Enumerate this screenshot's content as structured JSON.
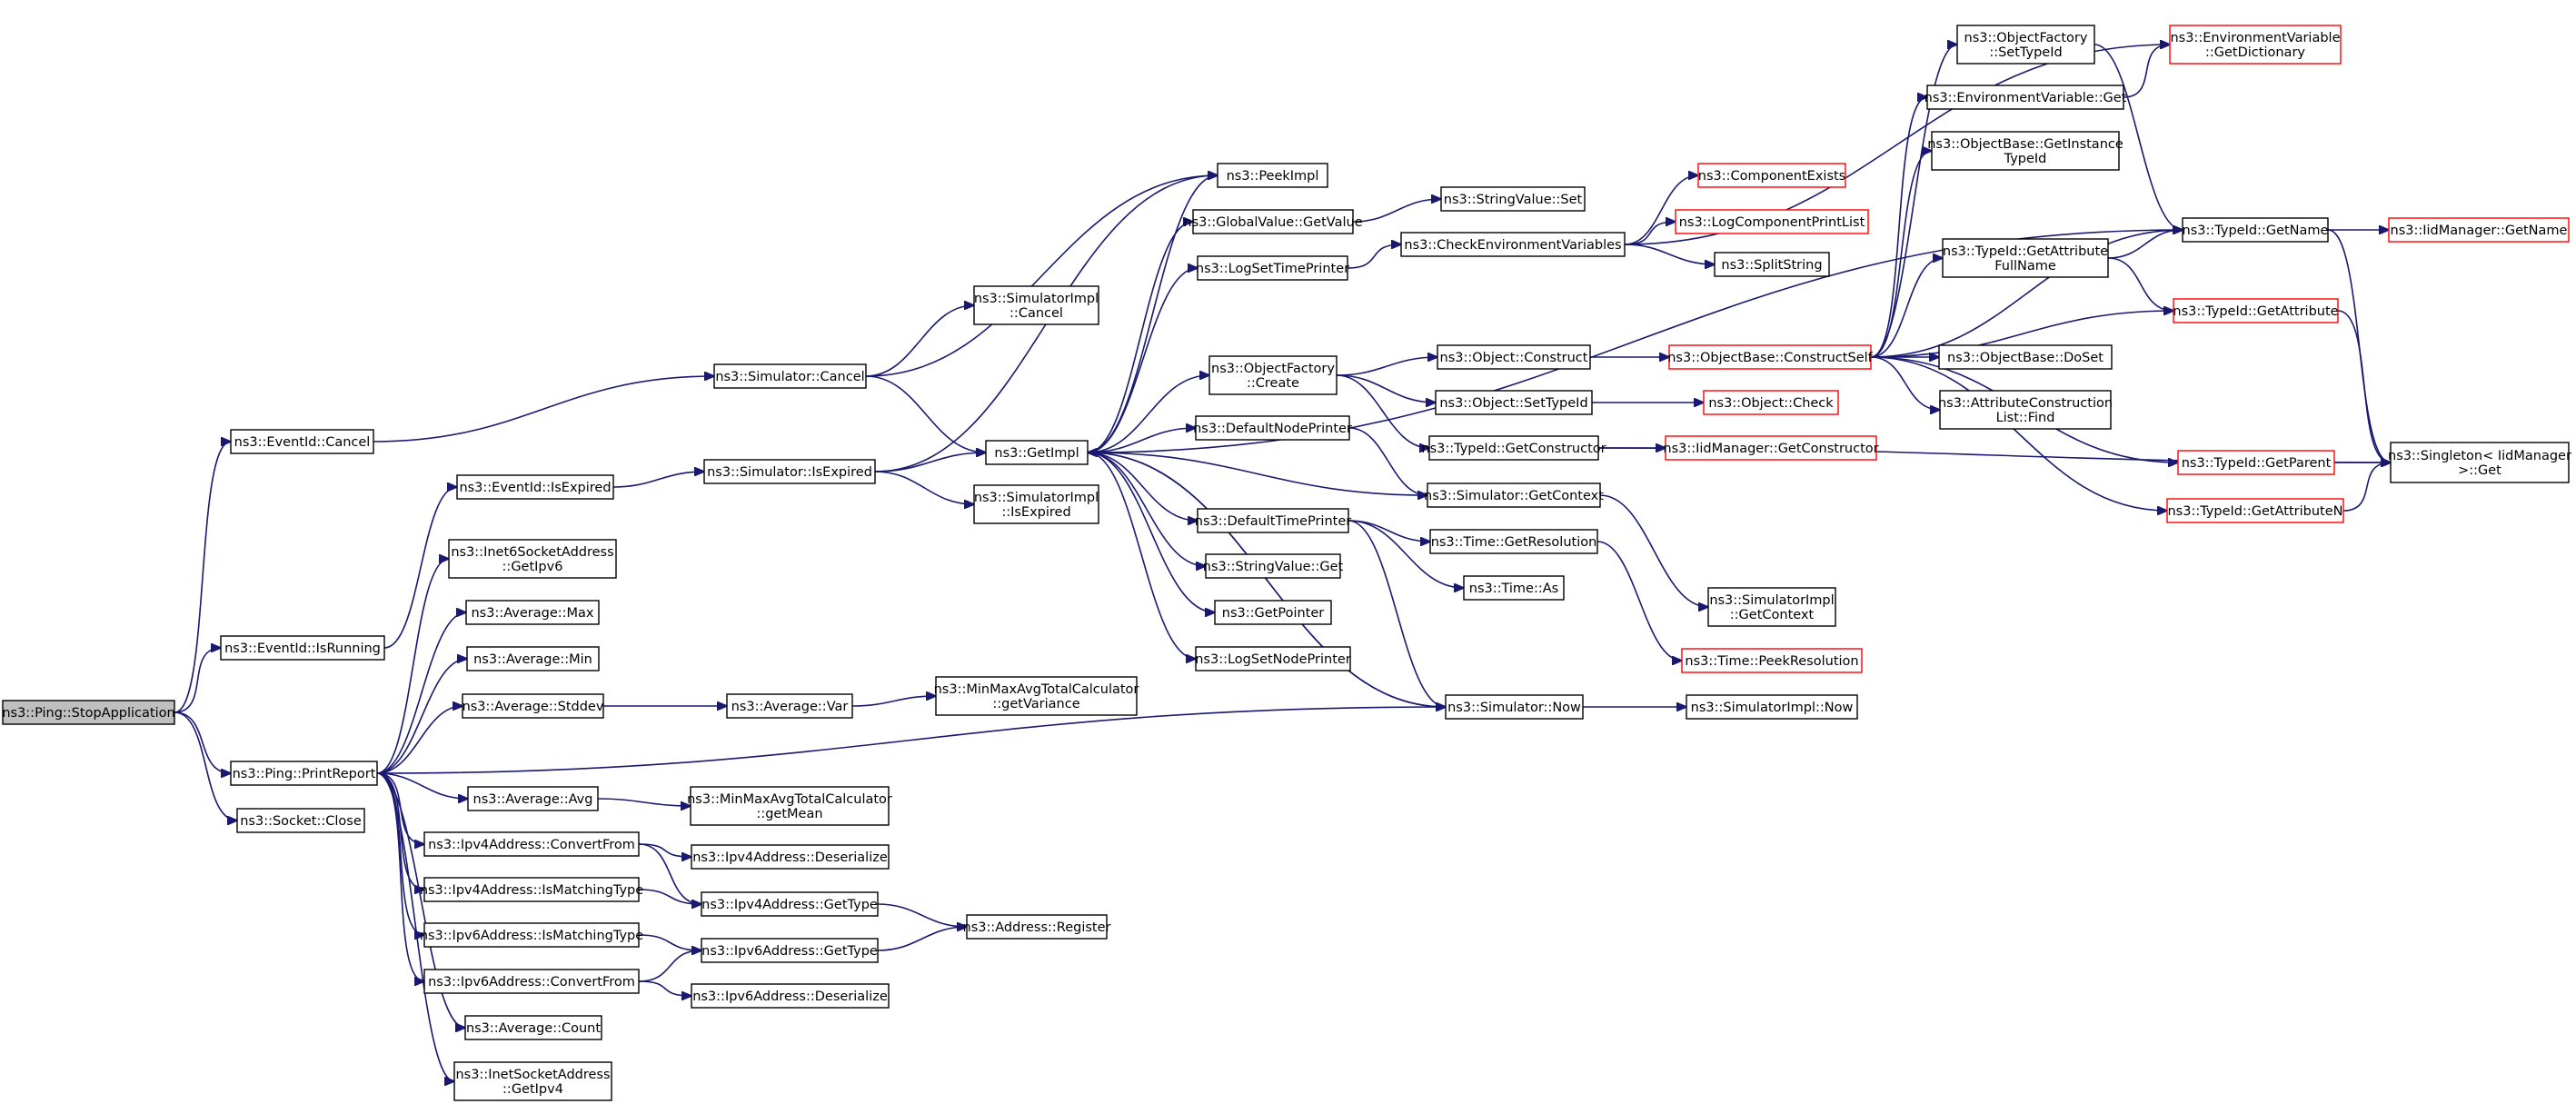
{
  "colors": {
    "edge": "#191970",
    "node_border": "#000000",
    "node_border_incomplete": "#ff0000",
    "node_fill": "#ffffff",
    "root_fill": "#bfbfbf",
    "text": "#000000"
  },
  "nodes": [
    {
      "id": "stopapp",
      "lines": [
        "ns3::Ping::StopApplication"
      ],
      "root": true
    },
    {
      "id": "evcancel",
      "lines": [
        "ns3::EventId::Cancel"
      ]
    },
    {
      "id": "evrunning",
      "lines": [
        "ns3::EventId::IsRunning"
      ]
    },
    {
      "id": "printreport",
      "lines": [
        "ns3::Ping::PrintReport"
      ]
    },
    {
      "id": "sockclose",
      "lines": [
        "ns3::Socket::Close"
      ]
    },
    {
      "id": "evexpired",
      "lines": [
        "ns3::EventId::IsExpired"
      ]
    },
    {
      "id": "inet6getipv6",
      "lines": [
        "ns3::Inet6SocketAddress",
        "::GetIpv6"
      ]
    },
    {
      "id": "avgmax",
      "lines": [
        "ns3::Average::Max"
      ]
    },
    {
      "id": "avgmin",
      "lines": [
        "ns3::Average::Min"
      ]
    },
    {
      "id": "avgstddev",
      "lines": [
        "ns3::Average::Stddev"
      ]
    },
    {
      "id": "avgavg",
      "lines": [
        "ns3::Average::Avg"
      ]
    },
    {
      "id": "ipv4convert",
      "lines": [
        "ns3::Ipv4Address::ConvertFrom"
      ]
    },
    {
      "id": "ipv4match",
      "lines": [
        "ns3::Ipv4Address::IsMatchingType"
      ]
    },
    {
      "id": "ipv6match",
      "lines": [
        "ns3::Ipv6Address::IsMatchingType"
      ]
    },
    {
      "id": "ipv6convert",
      "lines": [
        "ns3::Ipv6Address::ConvertFrom"
      ]
    },
    {
      "id": "avgcount",
      "lines": [
        "ns3::Average::Count"
      ]
    },
    {
      "id": "inetgetipv4",
      "lines": [
        "ns3::InetSocketAddress",
        "::GetIpv4"
      ]
    },
    {
      "id": "simcancel",
      "lines": [
        "ns3::Simulator::Cancel"
      ]
    },
    {
      "id": "simisexpired",
      "lines": [
        "ns3::Simulator::IsExpired"
      ]
    },
    {
      "id": "avgvar",
      "lines": [
        "ns3::Average::Var"
      ]
    },
    {
      "id": "minmaxgetmean",
      "lines": [
        "ns3::MinMaxAvgTotalCalculator",
        "::getMean"
      ]
    },
    {
      "id": "ipv4deser",
      "lines": [
        "ns3::Ipv4Address::Deserialize"
      ]
    },
    {
      "id": "ipv4gettype",
      "lines": [
        "ns3::Ipv4Address::GetType"
      ]
    },
    {
      "id": "ipv6gettype",
      "lines": [
        "ns3::Ipv6Address::GetType"
      ]
    },
    {
      "id": "ipv6deser",
      "lines": [
        "ns3::Ipv6Address::Deserialize"
      ]
    },
    {
      "id": "simimplcancel",
      "lines": [
        "ns3::SimulatorImpl",
        "::Cancel"
      ]
    },
    {
      "id": "getimpl",
      "lines": [
        "ns3::GetImpl"
      ]
    },
    {
      "id": "simimplisexpired",
      "lines": [
        "ns3::SimulatorImpl",
        "::IsExpired"
      ]
    },
    {
      "id": "minmaxgetvar",
      "lines": [
        "ns3::MinMaxAvgTotalCalculator",
        "::getVariance"
      ]
    },
    {
      "id": "addrregister",
      "lines": [
        "ns3::Address::Register"
      ]
    },
    {
      "id": "peekimpl",
      "lines": [
        "ns3::PeekImpl"
      ]
    },
    {
      "id": "gvgetvalue",
      "lines": [
        "ns3::GlobalValue::GetValue"
      ]
    },
    {
      "id": "logsettime",
      "lines": [
        "ns3::LogSetTimePrinter"
      ]
    },
    {
      "id": "ofcreate",
      "lines": [
        "ns3::ObjectFactory",
        "::Create"
      ]
    },
    {
      "id": "defnodeprinter",
      "lines": [
        "ns3::DefaultNodePrinter"
      ]
    },
    {
      "id": "deftimeprinter",
      "lines": [
        "ns3::DefaultTimePrinter"
      ]
    },
    {
      "id": "svget",
      "lines": [
        "ns3::StringValue::Get"
      ]
    },
    {
      "id": "getpointer",
      "lines": [
        "ns3::GetPointer"
      ]
    },
    {
      "id": "logsetnode",
      "lines": [
        "ns3::LogSetNodePrinter"
      ]
    },
    {
      "id": "svset",
      "lines": [
        "ns3::StringValue::Set"
      ]
    },
    {
      "id": "checkenv",
      "lines": [
        "ns3::CheckEnvironmentVariables"
      ]
    },
    {
      "id": "objconstruct",
      "lines": [
        "ns3::Object::Construct"
      ]
    },
    {
      "id": "objsettypeid",
      "lines": [
        "ns3::Object::SetTypeId"
      ]
    },
    {
      "id": "tidgetconstructor",
      "lines": [
        "ns3::TypeId::GetConstructor"
      ]
    },
    {
      "id": "simgetcontext",
      "lines": [
        "ns3::Simulator::GetContext"
      ]
    },
    {
      "id": "timegetres",
      "lines": [
        "ns3::Time::GetResolution"
      ]
    },
    {
      "id": "timeas",
      "lines": [
        "ns3::Time::As"
      ]
    },
    {
      "id": "simnow",
      "lines": [
        "ns3::Simulator::Now"
      ]
    },
    {
      "id": "compexists",
      "lines": [
        "ns3::ComponentExists"
      ],
      "incomplete": true
    },
    {
      "id": "logcompprint",
      "lines": [
        "ns3::LogComponentPrintList"
      ],
      "incomplete": true
    },
    {
      "id": "splitstring",
      "lines": [
        "ns3::SplitString"
      ]
    },
    {
      "id": "obconstructself",
      "lines": [
        "ns3::ObjectBase::ConstructSelf"
      ],
      "incomplete": true
    },
    {
      "id": "objcheck",
      "lines": [
        "ns3::Object::Check"
      ],
      "incomplete": true
    },
    {
      "id": "iidgetconstructor",
      "lines": [
        "ns3::IidManager::GetConstructor"
      ],
      "incomplete": true
    },
    {
      "id": "simimplgetcontext",
      "lines": [
        "ns3::SimulatorImpl",
        "::GetContext"
      ]
    },
    {
      "id": "timepeekres",
      "lines": [
        "ns3::Time::PeekResolution"
      ],
      "incomplete": true
    },
    {
      "id": "simimplnow",
      "lines": [
        "ns3::SimulatorImpl::Now"
      ]
    },
    {
      "id": "ofsettypeid",
      "lines": [
        "ns3::ObjectFactory",
        "::SetTypeId"
      ]
    },
    {
      "id": "envget",
      "lines": [
        "ns3::EnvironmentVariable::Get"
      ]
    },
    {
      "id": "obgetinstance",
      "lines": [
        "ns3::ObjectBase::GetInstance",
        "TypeId"
      ]
    },
    {
      "id": "tidgetattrfull",
      "lines": [
        "ns3::TypeId::GetAttribute",
        "FullName"
      ]
    },
    {
      "id": "obdoset",
      "lines": [
        "ns3::ObjectBase::DoSet"
      ]
    },
    {
      "id": "attrconstfind",
      "lines": [
        "ns3::AttributeConstruction",
        "List::Find"
      ]
    },
    {
      "id": "envgetdict",
      "lines": [
        "ns3::EnvironmentVariable",
        "::GetDictionary"
      ],
      "incomplete": true
    },
    {
      "id": "tidgetname",
      "lines": [
        "ns3::TypeId::GetName"
      ]
    },
    {
      "id": "tidgetattribute",
      "lines": [
        "ns3::TypeId::GetAttribute"
      ],
      "incomplete": true
    },
    {
      "id": "tidgetparent",
      "lines": [
        "ns3::TypeId::GetParent"
      ],
      "incomplete": true
    },
    {
      "id": "tidgetattributen",
      "lines": [
        "ns3::TypeId::GetAttributeN"
      ],
      "incomplete": true
    },
    {
      "id": "iidgetname",
      "lines": [
        "ns3::IidManager::GetName"
      ],
      "incomplete": true
    },
    {
      "id": "singletonget",
      "lines": [
        "ns3::Singleton< IidManager",
        " >::Get"
      ]
    }
  ],
  "edges": [
    [
      "stopapp",
      "evcancel"
    ],
    [
      "stopapp",
      "evrunning"
    ],
    [
      "stopapp",
      "printreport"
    ],
    [
      "stopapp",
      "sockclose"
    ],
    [
      "evcancel",
      "simcancel"
    ],
    [
      "evrunning",
      "evexpired"
    ],
    [
      "evexpired",
      "simisexpired"
    ],
    [
      "printreport",
      "inet6getipv6"
    ],
    [
      "printreport",
      "avgmax"
    ],
    [
      "printreport",
      "avgmin"
    ],
    [
      "printreport",
      "avgstddev"
    ],
    [
      "printreport",
      "avgavg"
    ],
    [
      "printreport",
      "ipv4convert"
    ],
    [
      "printreport",
      "ipv4match"
    ],
    [
      "printreport",
      "ipv6match"
    ],
    [
      "printreport",
      "ipv6convert"
    ],
    [
      "printreport",
      "avgcount"
    ],
    [
      "printreport",
      "inetgetipv4"
    ],
    [
      "printreport",
      "simnow"
    ],
    [
      "avgstddev",
      "avgvar"
    ],
    [
      "avgvar",
      "minmaxgetvar"
    ],
    [
      "avgavg",
      "minmaxgetmean"
    ],
    [
      "ipv4convert",
      "ipv4deser"
    ],
    [
      "ipv4convert",
      "ipv4gettype"
    ],
    [
      "ipv4match",
      "ipv4gettype"
    ],
    [
      "ipv6match",
      "ipv6gettype"
    ],
    [
      "ipv6convert",
      "ipv6gettype"
    ],
    [
      "ipv6convert",
      "ipv6deser"
    ],
    [
      "ipv4gettype",
      "addrregister"
    ],
    [
      "ipv6gettype",
      "addrregister"
    ],
    [
      "simcancel",
      "simimplcancel"
    ],
    [
      "simcancel",
      "getimpl"
    ],
    [
      "simcancel",
      "peekimpl"
    ],
    [
      "simisexpired",
      "getimpl"
    ],
    [
      "simisexpired",
      "simimplisexpired"
    ],
    [
      "simisexpired",
      "peekimpl"
    ],
    [
      "getimpl",
      "peekimpl"
    ],
    [
      "getimpl",
      "gvgetvalue"
    ],
    [
      "getimpl",
      "logsettime"
    ],
    [
      "getimpl",
      "ofcreate"
    ],
    [
      "getimpl",
      "defnodeprinter"
    ],
    [
      "getimpl",
      "deftimeprinter"
    ],
    [
      "getimpl",
      "svget"
    ],
    [
      "getimpl",
      "getpointer"
    ],
    [
      "getimpl",
      "logsetnode"
    ],
    [
      "getimpl",
      "simnow"
    ],
    [
      "getimpl",
      "tidgetname"
    ],
    [
      "gvgetvalue",
      "svset"
    ],
    [
      "logsettime",
      "checkenv"
    ],
    [
      "checkenv",
      "compexists"
    ],
    [
      "checkenv",
      "logcompprint"
    ],
    [
      "checkenv",
      "splitstring"
    ],
    [
      "checkenv",
      "envgetdict"
    ],
    [
      "ofcreate",
      "objconstruct"
    ],
    [
      "ofcreate",
      "objsettypeid"
    ],
    [
      "ofcreate",
      "tidgetconstructor"
    ],
    [
      "objconstruct",
      "obconstructself"
    ],
    [
      "objsettypeid",
      "objcheck"
    ],
    [
      "tidgetconstructor",
      "iidgetconstructor"
    ],
    [
      "tidgetconstructor",
      "singletonget"
    ],
    [
      "defnodeprinter",
      "simgetcontext"
    ],
    [
      "simgetcontext",
      "getimpl"
    ],
    [
      "simgetcontext",
      "simimplgetcontext"
    ],
    [
      "deftimeprinter",
      "timegetres"
    ],
    [
      "deftimeprinter",
      "timeas"
    ],
    [
      "deftimeprinter",
      "simnow"
    ],
    [
      "timegetres",
      "timepeekres"
    ],
    [
      "simnow",
      "getimpl"
    ],
    [
      "simnow",
      "simimplnow"
    ],
    [
      "obconstructself",
      "ofsettypeid"
    ],
    [
      "obconstructself",
      "envget"
    ],
    [
      "obconstructself",
      "obgetinstance"
    ],
    [
      "obconstructself",
      "tidgetattrfull"
    ],
    [
      "obconstructself",
      "tidgetname"
    ],
    [
      "obconstructself",
      "tidgetattribute"
    ],
    [
      "obconstructself",
      "obdoset"
    ],
    [
      "obconstructself",
      "attrconstfind"
    ],
    [
      "obconstructself",
      "tidgetparent"
    ],
    [
      "obconstructself",
      "tidgetattributen"
    ],
    [
      "ofsettypeid",
      "tidgetname"
    ],
    [
      "envget",
      "envgetdict"
    ],
    [
      "tidgetattrfull",
      "tidgetname"
    ],
    [
      "tidgetattrfull",
      "tidgetattribute"
    ],
    [
      "tidgetname",
      "iidgetname"
    ],
    [
      "tidgetname",
      "singletonget"
    ],
    [
      "tidgetattribute",
      "singletonget"
    ],
    [
      "tidgetparent",
      "singletonget"
    ],
    [
      "tidgetattributen",
      "singletonget"
    ]
  ]
}
